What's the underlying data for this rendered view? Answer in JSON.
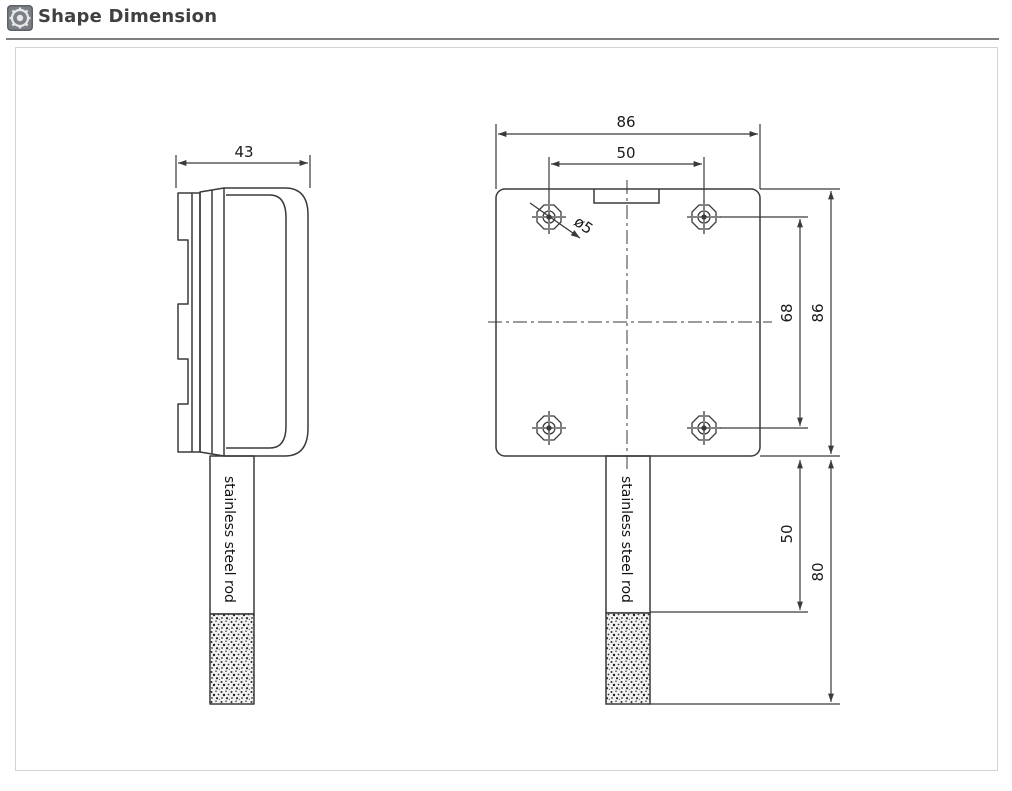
{
  "header": {
    "title": "Shape Dimension",
    "icon": "gear-dimension-icon"
  },
  "side_view": {
    "width_label": "43",
    "rod_label": "stainless steel rod"
  },
  "front_view": {
    "width_label": "86",
    "hole_spacing_label": "50",
    "hole_diameter_label": "ø5",
    "hole_vertical_spacing_label": "68",
    "height_label": "86",
    "rod_length_label": "50",
    "probe_length_label": "80",
    "rod_label": "stainless steel rod"
  },
  "colors": {
    "line": "#3a3a3a",
    "header_rule": "#7f7f7f",
    "frame_border": "#d4d4d4"
  }
}
